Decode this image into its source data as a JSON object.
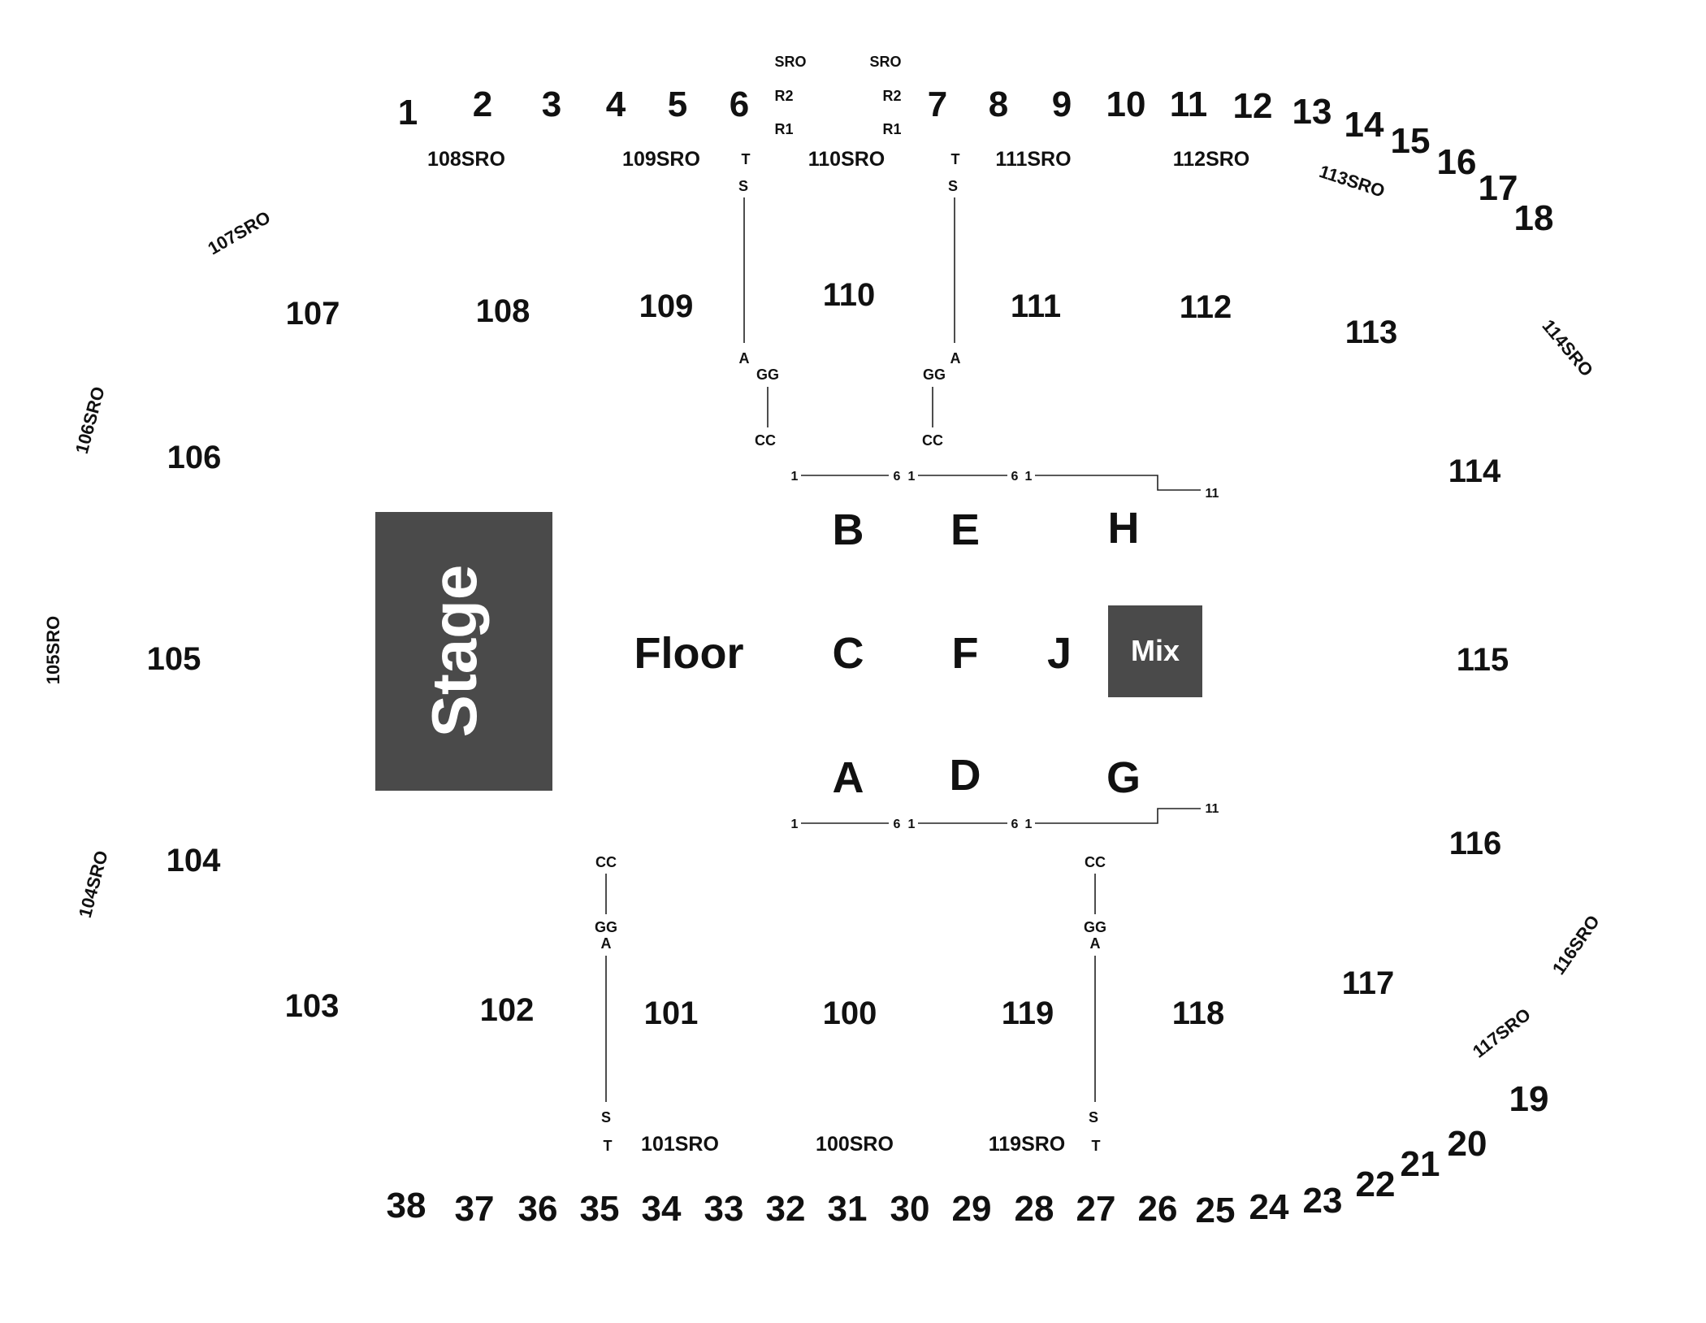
{
  "map": {
    "stage_label": "Stage",
    "floor_label": "Floor",
    "mix_label": "Mix",
    "colors": {
      "stage_fill": "#4a4a4a",
      "mix_fill": "#4a4a4a",
      "text": "#111111",
      "background": "#ffffff"
    },
    "floor_zones": [
      "A",
      "B",
      "C",
      "D",
      "E",
      "F",
      "G",
      "H",
      "J"
    ],
    "lower_sections": [
      "100",
      "101",
      "102",
      "103",
      "104",
      "105",
      "106",
      "107",
      "108",
      "109",
      "110",
      "111",
      "112",
      "113",
      "114",
      "115",
      "116",
      "117",
      "118",
      "119"
    ],
    "sro_sections": [
      "100SRO",
      "101SRO",
      "104SRO",
      "105SRO",
      "106SRO",
      "107SRO",
      "108SRO",
      "109SRO",
      "110SRO",
      "111SRO",
      "112SRO",
      "113SRO",
      "114SRO",
      "116SRO",
      "117SRO",
      "119SRO"
    ],
    "upper_sections_top": [
      "1",
      "2",
      "3",
      "4",
      "5",
      "6",
      "7",
      "8",
      "9",
      "10",
      "11",
      "12",
      "13",
      "14",
      "15",
      "16",
      "17",
      "18"
    ],
    "upper_sections_bottom": [
      "19",
      "20",
      "21",
      "22",
      "23",
      "24",
      "25",
      "26",
      "27",
      "28",
      "29",
      "30",
      "31",
      "32",
      "33",
      "34",
      "35",
      "36",
      "37",
      "38"
    ],
    "top_sro_labels": {
      "sro": "SRO",
      "r2": "R2",
      "r1": "R1"
    },
    "aisle_labels": {
      "t": "T",
      "s": "S",
      "a": "A",
      "gg": "GG",
      "cc": "CC"
    },
    "row_numbers": {
      "first": "1",
      "mid": "6",
      "last": "11"
    }
  }
}
